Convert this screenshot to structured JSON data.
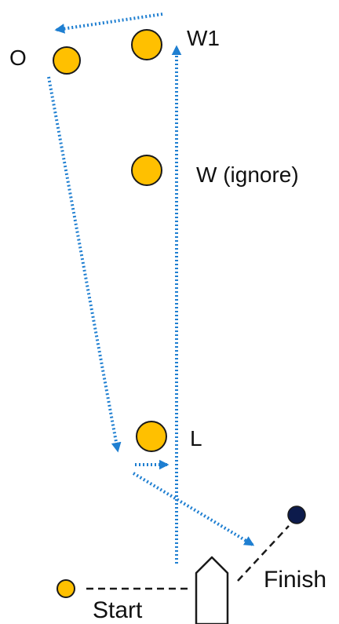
{
  "colors": {
    "mark_fill": "#FFC000",
    "mark_stroke": "#1a1a1a",
    "finish_mark_fill": "#0d1b4c",
    "course_path": "#1f7fd1",
    "line": "#1a1a1a",
    "committee_boat_fill": "#ffffff"
  },
  "labels": {
    "w1": "W1",
    "offset": "O",
    "windward_ignore": "W (ignore)",
    "leeward": "L",
    "finish": "Finish",
    "start": "Start"
  }
}
